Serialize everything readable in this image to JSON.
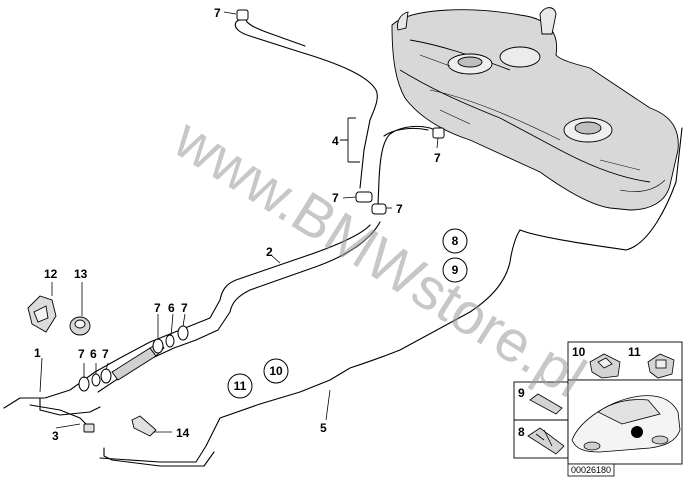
{
  "watermark": "www.BMWstore.pl",
  "diagram_code": "00026180",
  "labels": {
    "n1": "1",
    "n2": "2",
    "n3": "3",
    "n4": "4",
    "n5": "5",
    "n6": "6",
    "n7": "7",
    "n8": "8",
    "n9": "9",
    "n10": "10",
    "n11": "11",
    "n12": "12",
    "n13": "13",
    "n14": "14"
  }
}
